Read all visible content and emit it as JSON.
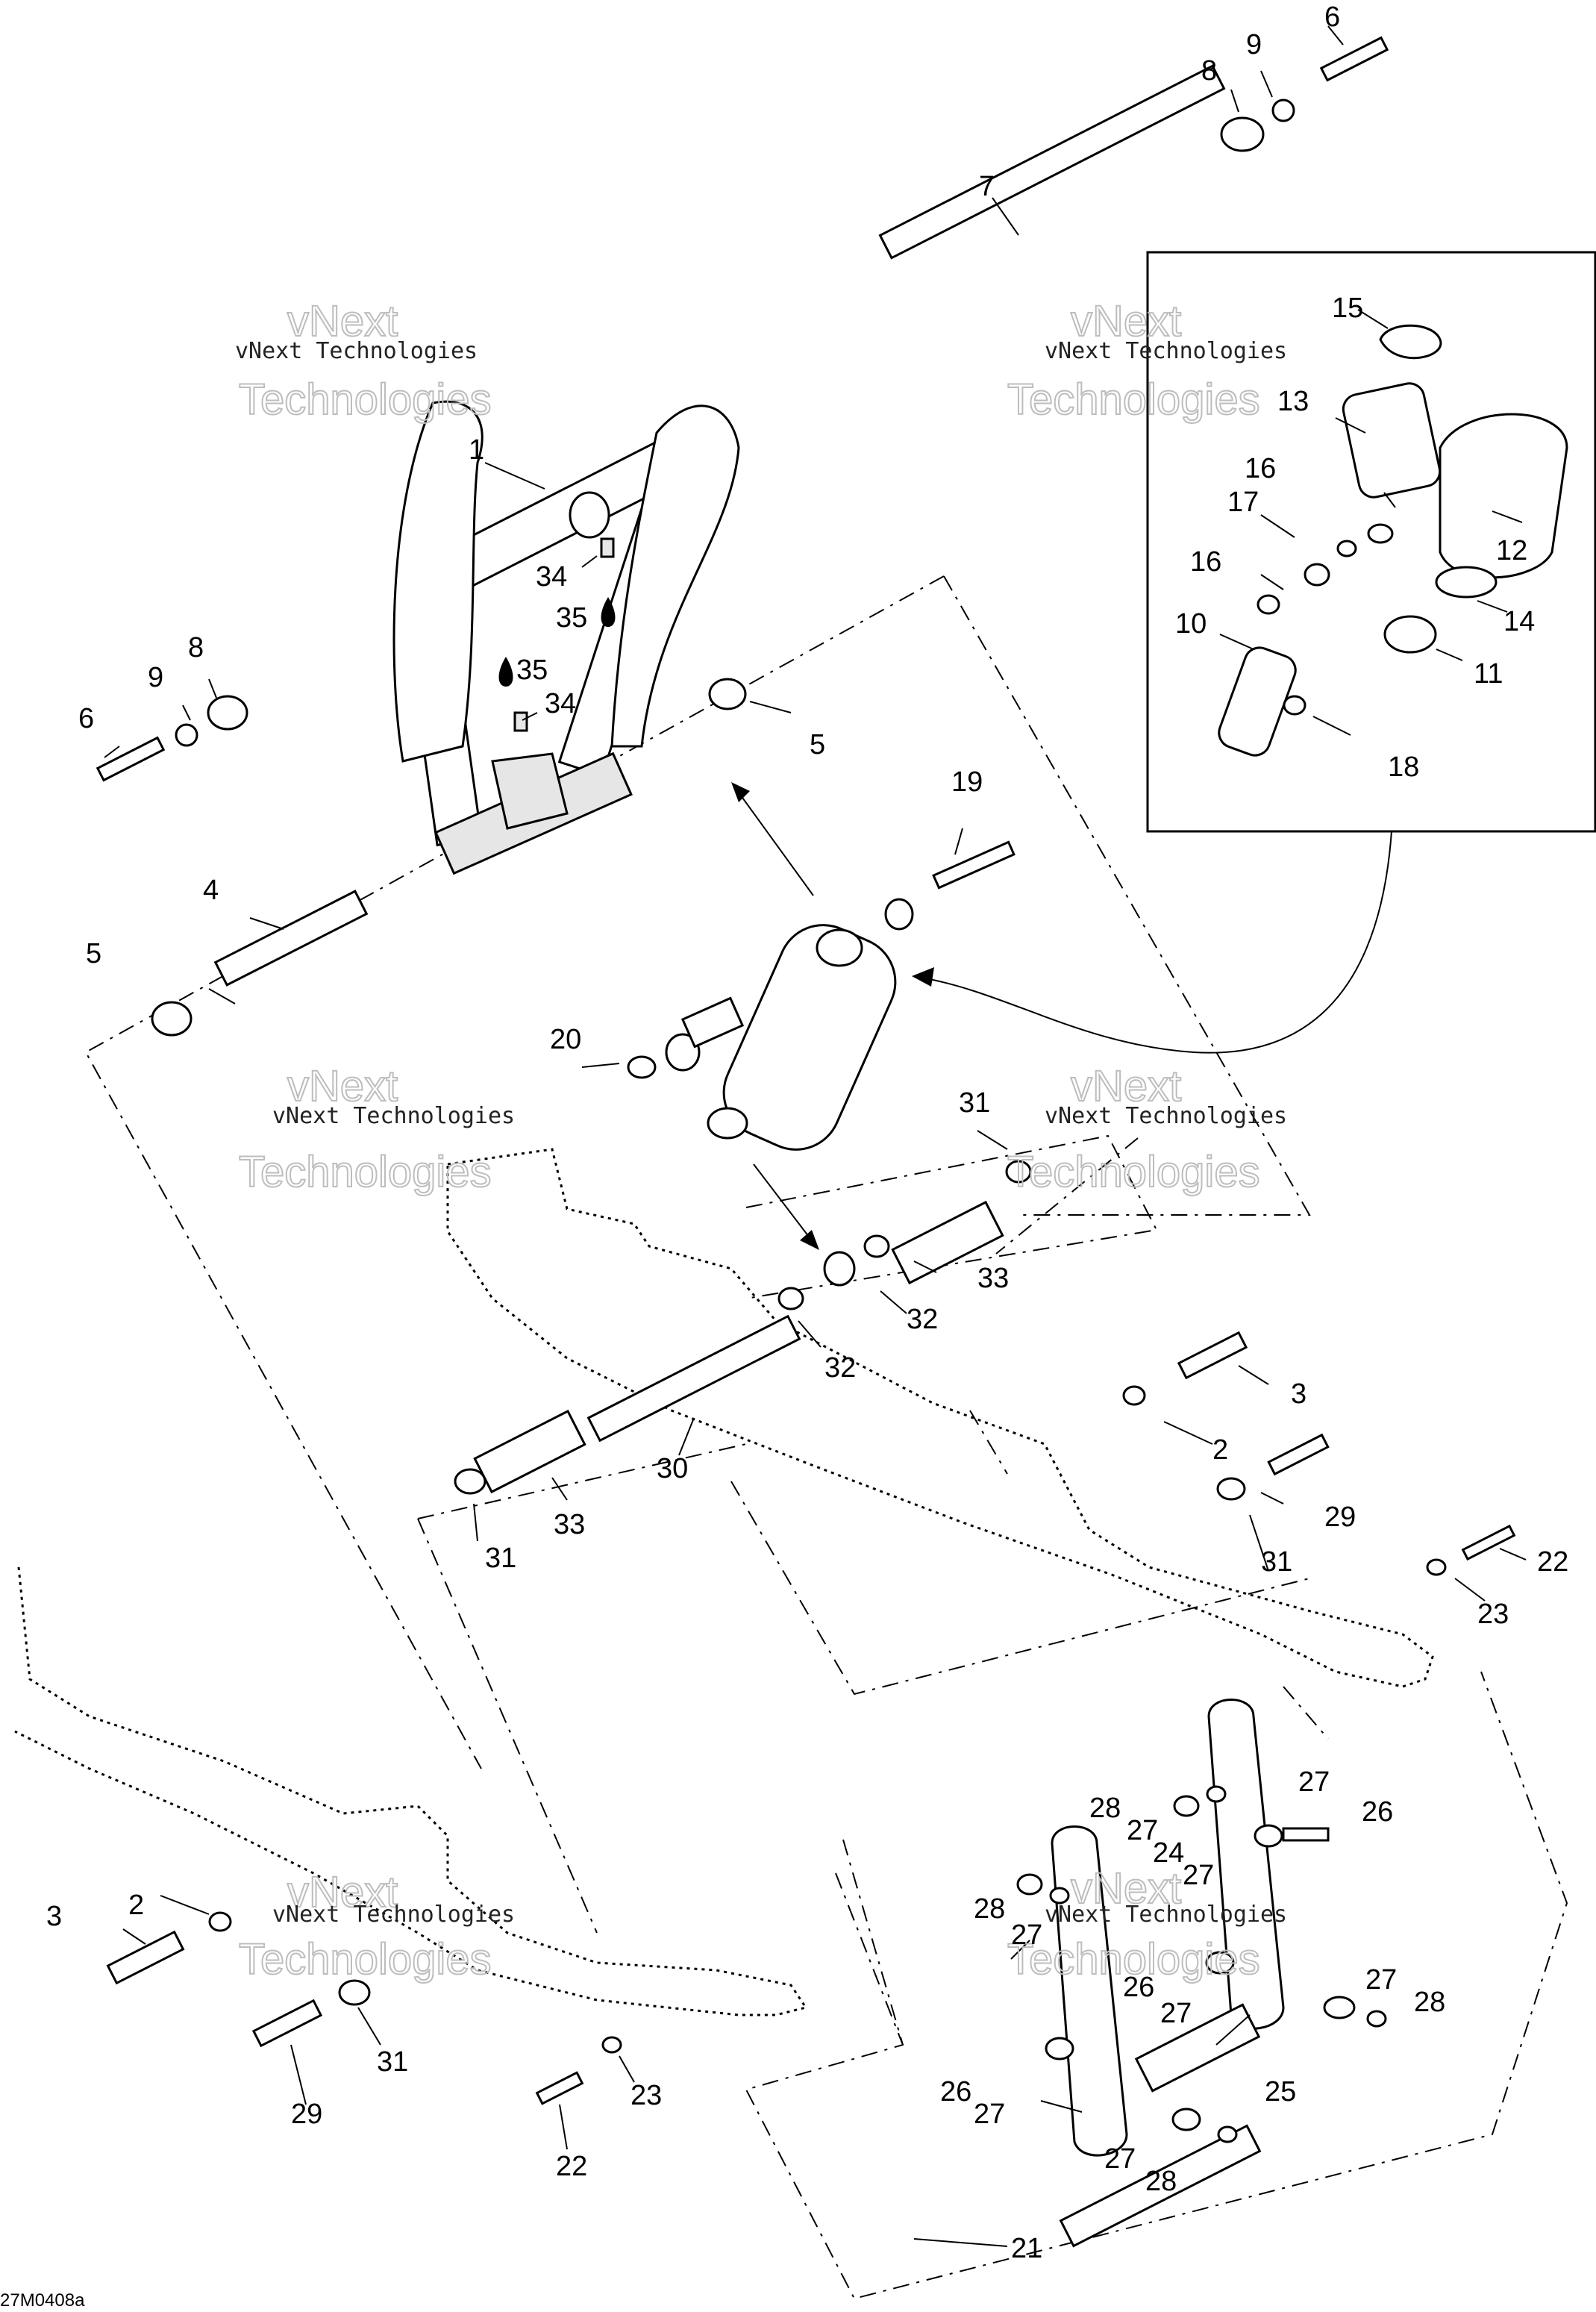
{
  "watermark": {
    "line1": "vNext Technologies",
    "line2_a": "vNext",
    "line2_b": "Technologies"
  },
  "drawing_code": "27M0408a",
  "callouts": [
    {
      "id": "c1",
      "text": "1"
    },
    {
      "id": "c2a",
      "text": "2"
    },
    {
      "id": "c2b",
      "text": "2"
    },
    {
      "id": "c3a",
      "text": "3"
    },
    {
      "id": "c3b",
      "text": "3"
    },
    {
      "id": "c4",
      "text": "4"
    },
    {
      "id": "c5a",
      "text": "5"
    },
    {
      "id": "c5b",
      "text": "5"
    },
    {
      "id": "c6a",
      "text": "6"
    },
    {
      "id": "c6b",
      "text": "6"
    },
    {
      "id": "c7",
      "text": "7"
    },
    {
      "id": "c8a",
      "text": "8"
    },
    {
      "id": "c8b",
      "text": "8"
    },
    {
      "id": "c9a",
      "text": "9"
    },
    {
      "id": "c9b",
      "text": "9"
    },
    {
      "id": "c10",
      "text": "10"
    },
    {
      "id": "c11",
      "text": "11"
    },
    {
      "id": "c12",
      "text": "12"
    },
    {
      "id": "c13",
      "text": "13"
    },
    {
      "id": "c14",
      "text": "14"
    },
    {
      "id": "c15",
      "text": "15"
    },
    {
      "id": "c16a",
      "text": "16"
    },
    {
      "id": "c16b",
      "text": "16"
    },
    {
      "id": "c17",
      "text": "17"
    },
    {
      "id": "c18",
      "text": "18"
    },
    {
      "id": "c19",
      "text": "19"
    },
    {
      "id": "c20",
      "text": "20"
    },
    {
      "id": "c21",
      "text": "21"
    },
    {
      "id": "c22a",
      "text": "22"
    },
    {
      "id": "c22b",
      "text": "22"
    },
    {
      "id": "c23a",
      "text": "23"
    },
    {
      "id": "c23b",
      "text": "23"
    },
    {
      "id": "c24",
      "text": "24"
    },
    {
      "id": "c25",
      "text": "25"
    },
    {
      "id": "c26a",
      "text": "26"
    },
    {
      "id": "c26b",
      "text": "26"
    },
    {
      "id": "c26c",
      "text": "26"
    },
    {
      "id": "c27a",
      "text": "27"
    },
    {
      "id": "c27b",
      "text": "27"
    },
    {
      "id": "c27c",
      "text": "27"
    },
    {
      "id": "c27d",
      "text": "27"
    },
    {
      "id": "c27e",
      "text": "27"
    },
    {
      "id": "c27f",
      "text": "27"
    },
    {
      "id": "c27g",
      "text": "27"
    },
    {
      "id": "c27h",
      "text": "27"
    },
    {
      "id": "c28a",
      "text": "28"
    },
    {
      "id": "c28b",
      "text": "28"
    },
    {
      "id": "c28c",
      "text": "28"
    },
    {
      "id": "c28d",
      "text": "28"
    },
    {
      "id": "c29a",
      "text": "29"
    },
    {
      "id": "c29b",
      "text": "29"
    },
    {
      "id": "c30",
      "text": "30"
    },
    {
      "id": "c31a",
      "text": "31"
    },
    {
      "id": "c31b",
      "text": "31"
    },
    {
      "id": "c31c",
      "text": "31"
    },
    {
      "id": "c31d",
      "text": "31"
    },
    {
      "id": "c32a",
      "text": "32"
    },
    {
      "id": "c32b",
      "text": "32"
    },
    {
      "id": "c33a",
      "text": "33"
    },
    {
      "id": "c33b",
      "text": "33"
    },
    {
      "id": "c34a",
      "text": "34"
    },
    {
      "id": "c34b",
      "text": "34"
    },
    {
      "id": "c35a",
      "text": "35"
    },
    {
      "id": "c35b",
      "text": "35"
    }
  ]
}
